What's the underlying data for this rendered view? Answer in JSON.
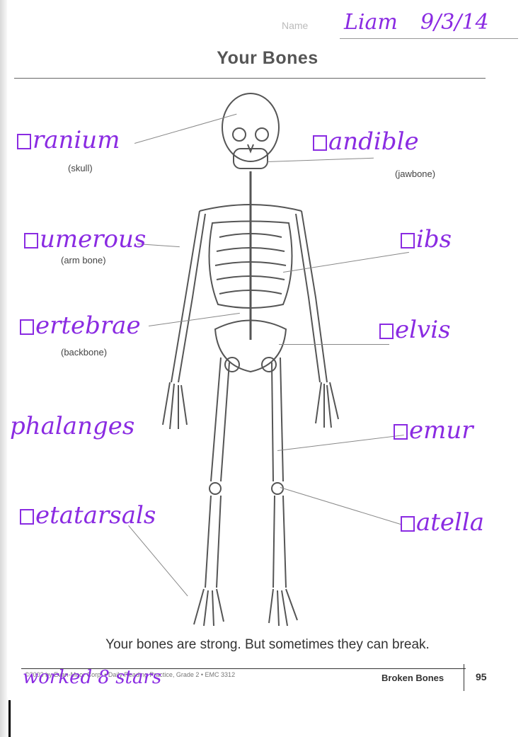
{
  "header": {
    "name_label": "Name",
    "student_name": "Liam",
    "date": "9/3/14"
  },
  "title": "Your Bones",
  "labels": [
    {
      "handwritten": "ranium",
      "printed": "(skull)"
    },
    {
      "handwritten": "andible",
      "printed": "(jawbone)"
    },
    {
      "handwritten": "umerous",
      "printed": "(arm bone)"
    },
    {
      "handwritten": "ibs",
      "printed": ""
    },
    {
      "handwritten": "ertebrae",
      "printed": "(backbone)"
    },
    {
      "handwritten": "elvis",
      "printed": ""
    },
    {
      "handwritten": "phalanges",
      "printed": ""
    },
    {
      "handwritten": "emur",
      "printed": ""
    },
    {
      "handwritten": "etatarsals",
      "printed": ""
    },
    {
      "handwritten": "atella",
      "printed": ""
    }
  ],
  "caption": "Your bones are strong. But sometimes they can break.",
  "footer": {
    "copyright": "©2003 by Evan-Moor Corp. • Daily Reading Practice, Grade 2 • EMC 3312",
    "handwritten_note": "worked 8 stars",
    "section": "Broken Bones",
    "page_number": "95"
  },
  "colors": {
    "handwriting": "#8a2be2",
    "print": "#444444"
  }
}
